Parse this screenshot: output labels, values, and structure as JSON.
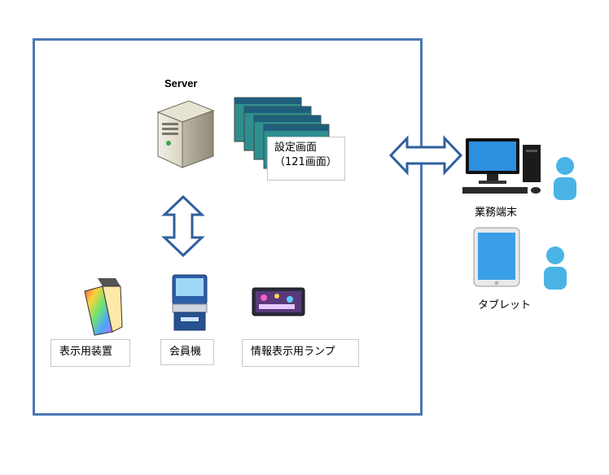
{
  "server": {
    "label": "Server"
  },
  "settings": {
    "line1": "設定画面",
    "line2": "（121画面）"
  },
  "devices": [
    {
      "label": "表示用装置"
    },
    {
      "label": "会員機"
    },
    {
      "label": "情報表示用ランプ"
    }
  ],
  "clients": [
    {
      "label": "業務端末"
    },
    {
      "label": "タブレット"
    }
  ],
  "colors": {
    "frame": "#4a78b5",
    "arrow": "#2f5f9e",
    "person": "#4ab3e6"
  }
}
